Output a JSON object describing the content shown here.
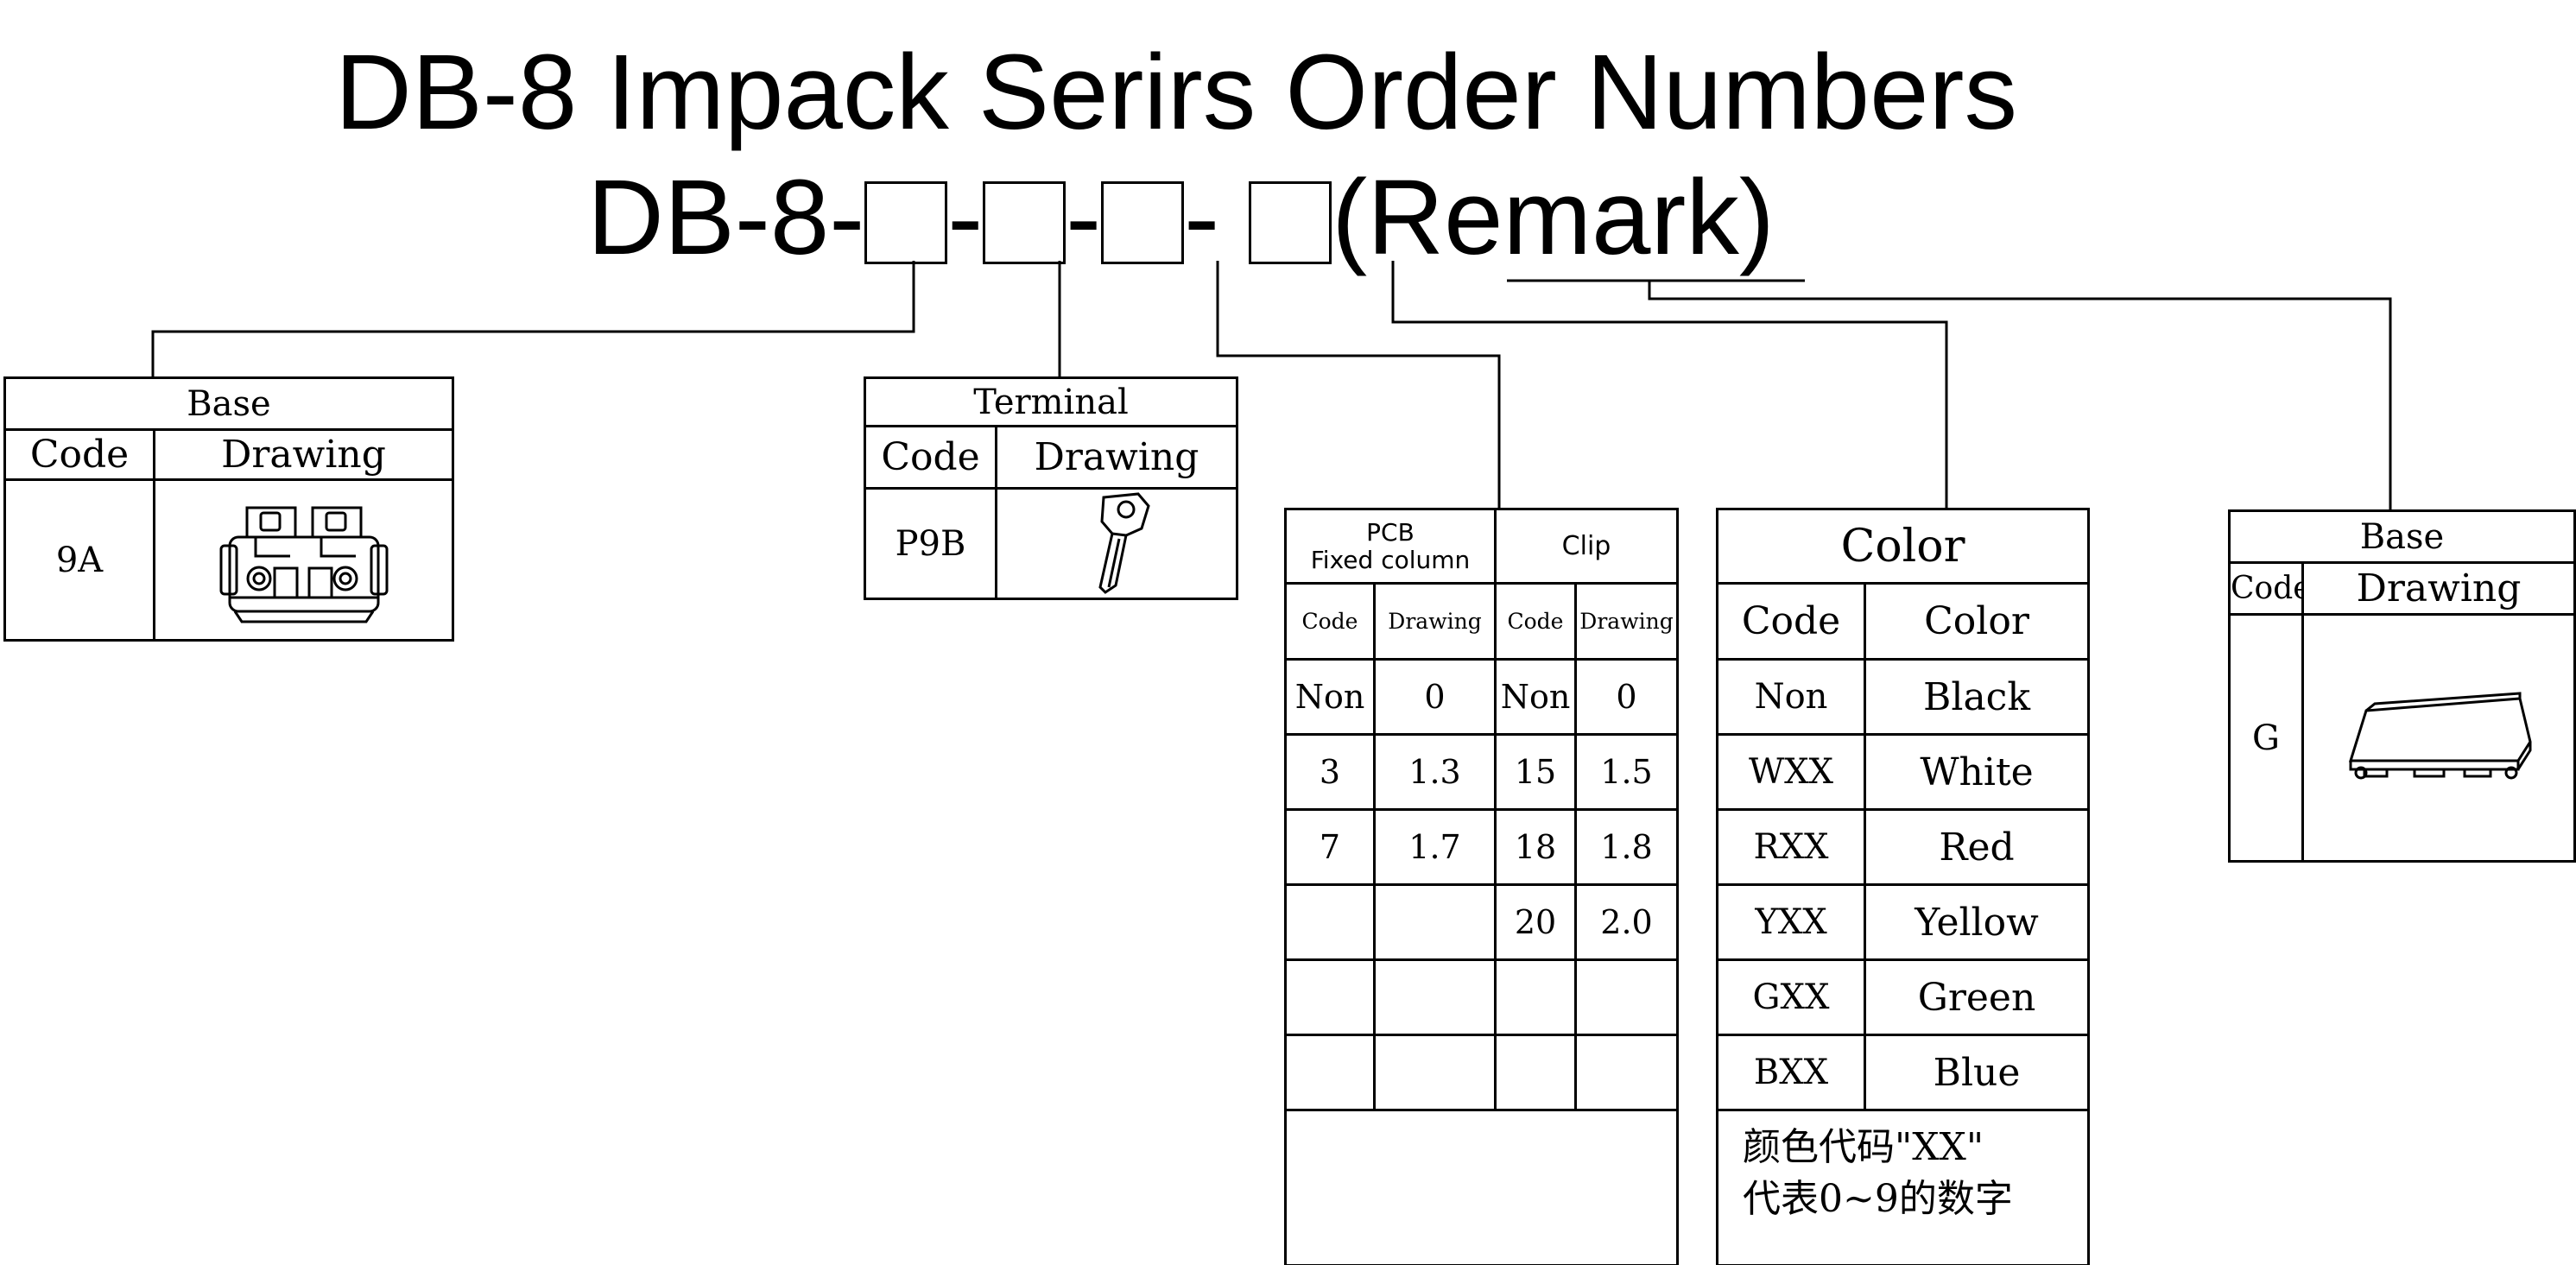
{
  "title": "DB-8 Impack Serirs Order Numbers",
  "order_number": {
    "prefix": "DB-8-",
    "separator": "-",
    "remark": "(Remark)"
  },
  "base_table": {
    "title": "Base",
    "headers": [
      "Code",
      "Drawing"
    ],
    "rows": [
      {
        "code": "9A",
        "drawing": "base-connector-drawing"
      }
    ]
  },
  "terminal_table": {
    "title": "Terminal",
    "headers": [
      "Code",
      "Drawing"
    ],
    "rows": [
      {
        "code": "P9B",
        "drawing": "terminal-pin-drawing"
      }
    ]
  },
  "pcb_clip_table": {
    "pcb_title_line1": "PCB",
    "pcb_title_line2": "Fixed column",
    "clip_title": "Clip",
    "headers": [
      "Code",
      "Drawing",
      "Code",
      "Drawing"
    ],
    "rows": [
      [
        "Non",
        "0",
        "Non",
        "0"
      ],
      [
        "3",
        "1.3",
        "15",
        "1.5"
      ],
      [
        "7",
        "1.7",
        "18",
        "1.8"
      ],
      [
        "",
        "",
        "20",
        "2.0"
      ],
      [
        "",
        "",
        "",
        ""
      ],
      [
        "",
        "",
        "",
        ""
      ]
    ]
  },
  "color_table": {
    "title": "Color",
    "headers": [
      "Code",
      "Color"
    ],
    "rows": [
      [
        "Non",
        "Black"
      ],
      [
        "WXX",
        "White"
      ],
      [
        "RXX",
        "Red"
      ],
      [
        "YXX",
        "Yellow"
      ],
      [
        "GXX",
        "Green"
      ],
      [
        "BXX",
        "Blue"
      ]
    ],
    "note_line1": "颜色代码\"XX\"",
    "note_line2": "代表0~9的数字"
  },
  "cover_table": {
    "title": "Base",
    "headers": [
      "Code",
      "Drawing"
    ],
    "rows": [
      {
        "code": "G",
        "drawing": "cover-plate-drawing"
      }
    ]
  }
}
